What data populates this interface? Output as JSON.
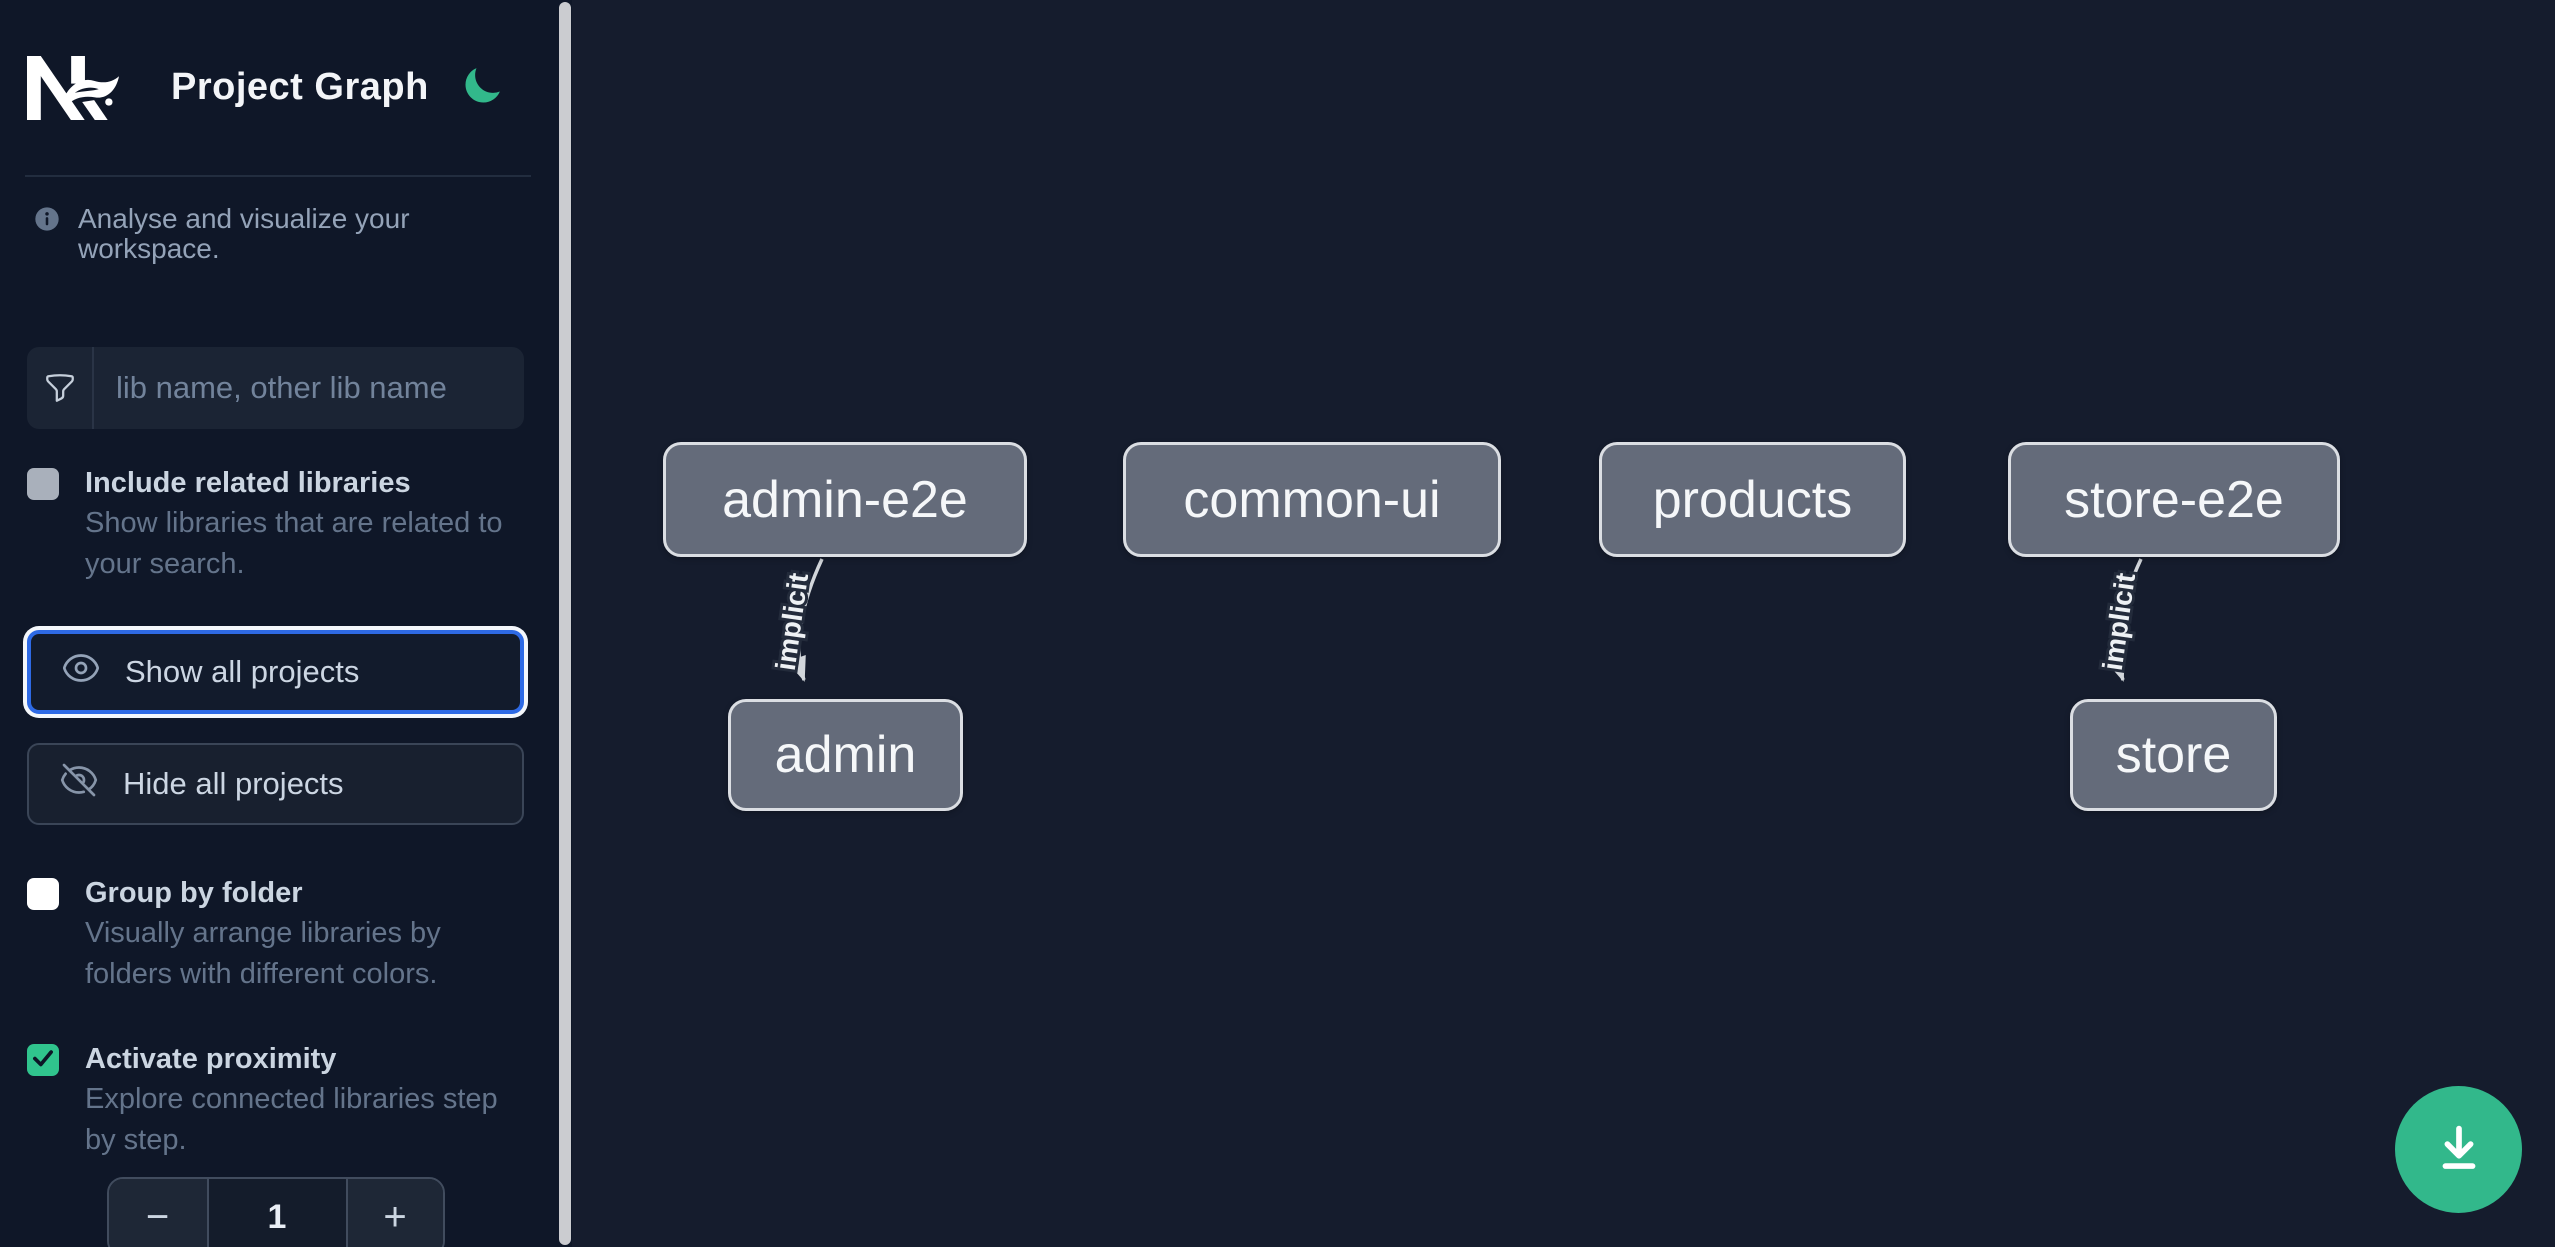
{
  "colors": {
    "sidebar_bg": "#0f1728",
    "canvas_bg": "#151c2d",
    "accent_green": "#32b88b",
    "checkbox_green": "#30c48d",
    "focus_blue": "#2e6ae5",
    "node_fill": "#646b7a",
    "node_border": "#dbdee3",
    "edge_stroke": "#d2d6db"
  },
  "header": {
    "title": "Project Graph",
    "logo": "nx-logo",
    "theme_icon": "moon-icon"
  },
  "sidebar": {
    "tagline": "Analyse and visualize your workspace.",
    "filter": {
      "placeholder": "lib name, other lib name",
      "icon": "funnel-icon",
      "value": ""
    },
    "include_related": {
      "label": "Include related libraries",
      "description": "Show libraries that are related to your search.",
      "checked": false,
      "disabled": true
    },
    "buttons": {
      "show_all": "Show all projects",
      "hide_all": "Hide all projects"
    },
    "group_by_folder": {
      "label": "Group by folder",
      "description": "Visually arrange libraries by folders with different colors.",
      "checked": false
    },
    "activate_proximity": {
      "label": "Activate proximity",
      "description": "Explore connected libraries step by step.",
      "checked": true
    },
    "proximity_stepper": {
      "decrement_label": "−",
      "value": "1",
      "increment_label": "+"
    }
  },
  "graph": {
    "nodes": [
      {
        "label": "admin-e2e"
      },
      {
        "label": "common-ui"
      },
      {
        "label": "products"
      },
      {
        "label": "store-e2e"
      },
      {
        "label": "admin"
      },
      {
        "label": "store"
      }
    ],
    "edges": [
      {
        "from": "admin-e2e",
        "to": "admin",
        "label": "implicit"
      },
      {
        "from": "store-e2e",
        "to": "store",
        "label": "implicit"
      }
    ]
  },
  "fab": {
    "icon": "download-icon"
  }
}
